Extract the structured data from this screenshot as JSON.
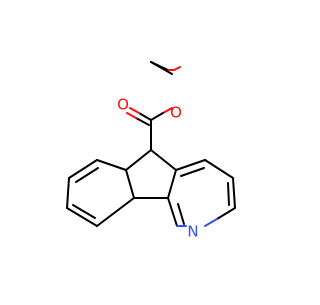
{
  "molecule": {
    "atom_labels": {
      "carbonyl_oxygen": "O",
      "ester_oxygen": "O",
      "ring_nitrogen": "N"
    },
    "colors": {
      "bond": "#000000",
      "oxygen": "#ff0d0d",
      "nitrogen": "#3050f8"
    }
  }
}
